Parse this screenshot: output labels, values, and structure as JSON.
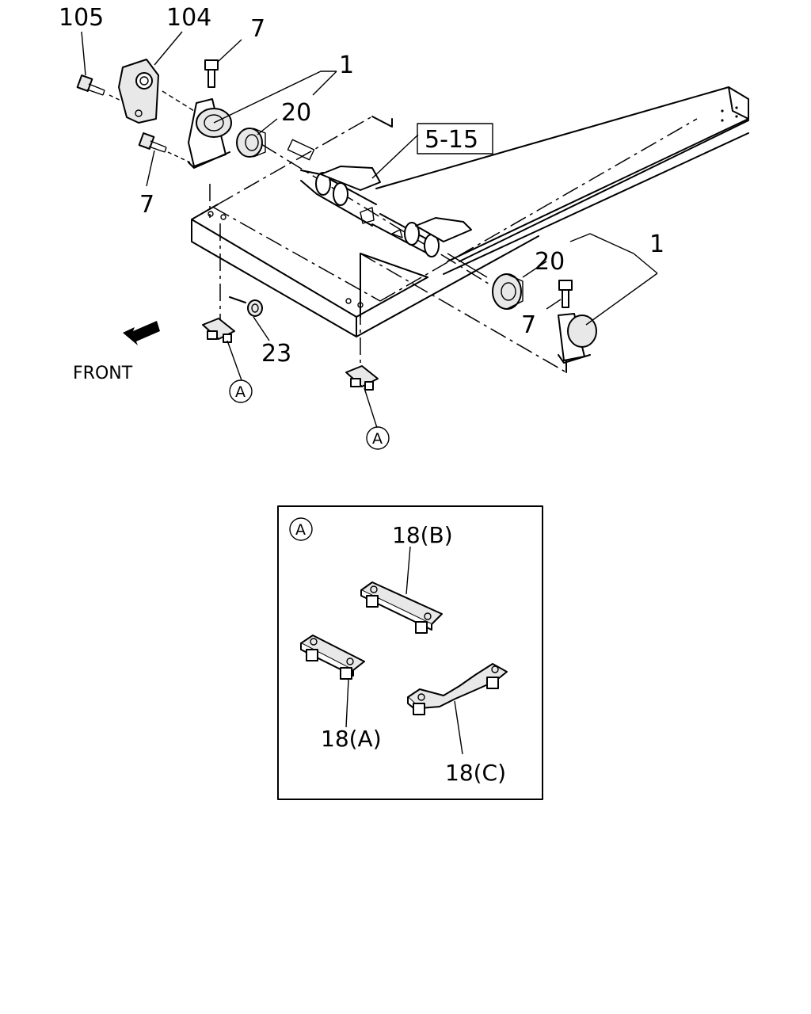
{
  "callouts": {
    "c105": "105",
    "c104": "104",
    "c7_top": "7",
    "c1_top": "1",
    "c20_top": "20",
    "c5_15": "5-15",
    "c7_left": "7",
    "c20_right": "20",
    "c1_right": "1",
    "c7_right": "7",
    "c23": "23",
    "front": "FRONT",
    "ref_a_1": "A",
    "ref_a_2": "A"
  },
  "detail_a": {
    "ref": "A",
    "label_18b": "18(B)",
    "label_18a": "18(A)",
    "label_18c": "18(C)"
  },
  "colors": {
    "line": "#000000",
    "background": "#ffffff"
  },
  "icons": [
    "front-arrow-icon",
    "circle-reference-icon",
    "boxed-reference-icon"
  ]
}
